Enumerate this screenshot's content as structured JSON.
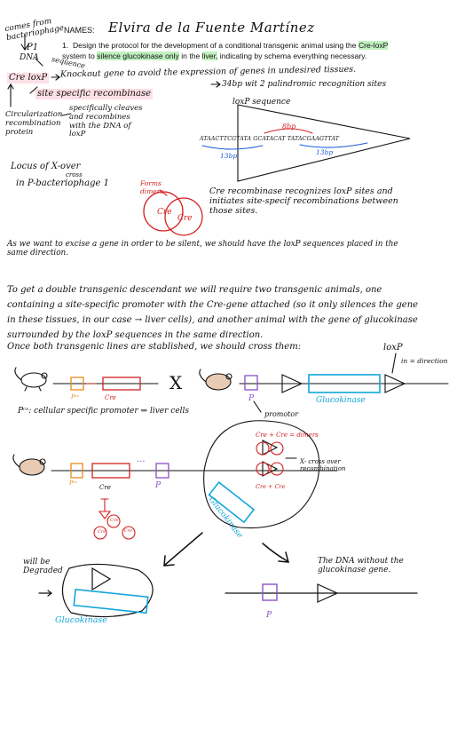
{
  "header": {
    "names_label": "NAMES:",
    "student_name": "Elvira de la Fuente Martínez",
    "margin_note": "comes from bacteriophage",
    "p1": "P1",
    "dna": "DNA",
    "sequence": "sequence"
  },
  "question": {
    "number": "1.",
    "part1": "Design the protocol for the development of a conditional transgenic animal using the",
    "cre_hl": "Cre-",
    "loxp_hl": "loxP",
    "part2": "system to",
    "target_hl": "silence glucokinase only",
    "part3": "in the",
    "liver_hl": "liver,",
    "part4": "indicating by schema everything necessary."
  },
  "notes": {
    "cre_loxp": "Cre loxP",
    "knockout": "Knockout gene to avoid the expression of genes in undesired tissues.",
    "bp34": "34bp wit 2 palindromic recognition sites",
    "site_specific": "site specific recombinase",
    "circularization": "Circularization recombination protein",
    "specifically": "specifically cleaves and recombines with the DNA of loxP",
    "locus": "Locus of X-over",
    "cross": "cross",
    "in_p": "in P-bacteriophage 1",
    "loxp_sequence": "loxP sequence",
    "bp8": "8bp",
    "sequence_dna": "ATAACTTCGTATA GCATACAT TATACGAAGTTAT",
    "bp13_left": "13bp",
    "bp13_right": "13bp",
    "forms_dimers": "Forms dimers",
    "cre1": "Cre",
    "cre2": "Cre",
    "cre_recognizes": "Cre recombinase recognizes loxP sites and initiates site-specif recombinations between those sites.",
    "excise": "As we want to excise a gene in order to be silent, we should have the loxP sequences placed in the same direction."
  },
  "paragraph": {
    "text": "To get a double transgenic descendant we will require two transgenic animals, one containing a site-specific promoter with the Cre-gene attached (so it only silences the gene in these tissues, in our case → liver cells), and another animal with the gene of glucokinase surrounded by the loxP sequences in the same direction.",
    "text2": "Once both transgenic lines are stablished, we should cross them:"
  },
  "cross_diagram": {
    "pcs": "Pᶜˢ",
    "cre": "Cre",
    "x_sign": "X",
    "p": "P",
    "glucokinase": "Glucokinase",
    "loxp": "loxP",
    "same_direction": "in = direction",
    "pcs_note": "Pᶜˢ: cellular specific promoter ⇒ liver cells",
    "promotor": "promotor"
  },
  "recomb_diagram": {
    "pcs": "Pᶜˢ",
    "cre": "Cre",
    "dots": "···",
    "p": "P",
    "dimers": "Cre + Cre = dimers",
    "cross_over": "X- cross over recombination",
    "cre_cre_bottom": "Cre + Cre",
    "glucokinase": "Glucokinase",
    "cre_small1": "Cre",
    "cre_small2": "Cre",
    "cre_small3": "Cre"
  },
  "outcome": {
    "degraded": "will be Degraded",
    "glucokinase": "Glucokinase",
    "dna_without": "The DNA without the glucokinase gene.",
    "p": "P"
  }
}
